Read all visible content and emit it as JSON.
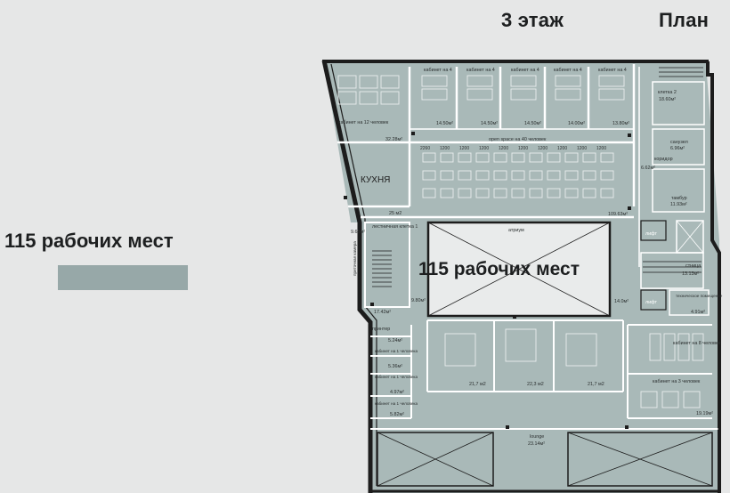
{
  "header": {
    "floor": "3 этаж",
    "plan": "План"
  },
  "summary": {
    "workplaces": "115 рабочих мест"
  },
  "colors": {
    "floor_fill": "#a9b9b8",
    "wall": "#1c1c1c",
    "background": "#e6e7e7",
    "accent_bar": "#97a8a8"
  },
  "rooms": {
    "office_12": "кабинет на 12 человек",
    "office_12_area": "32.28м²",
    "cab_areas": [
      "14.50м²",
      "14.50м²",
      "14.50м²",
      "14.00м²",
      "13.80м²"
    ],
    "cab_heads": [
      "кабинет на 4",
      "кабинет на 4",
      "кабинет на 4",
      "кабинет на 4",
      "кабинет на 4"
    ],
    "open_space": "open space на 40 человек",
    "open_space_area": "109.63м²",
    "dims": [
      "2260",
      "1200",
      "1200",
      "1200",
      "1200",
      "1200",
      "1200",
      "1200",
      "1200",
      "1200"
    ],
    "kitchen": "КУХНЯ",
    "kitchen_area": "25 м2",
    "atrium": "атриум",
    "stair1": "лестничная клетка 1",
    "stair1_area": "17.42м²",
    "area_965": "9.65м²",
    "area_980": "9.80м²",
    "stair2": "клетка 2",
    "stair2_area": "18.60м²",
    "wc": "санузел",
    "wc_area": "6.96м²",
    "corridor": "коридор",
    "area_662": "6.62м²",
    "tambur": "тамбур",
    "tambur_area": "11.93м²",
    "lift": "лифт",
    "lift2": "лифт",
    "stairs": "стница",
    "stairs_area": "13.13м²",
    "tech": "техническое помещение",
    "tech_area": "4.91м²",
    "area_140": "14.0м²",
    "printer": "принтер",
    "small_areas": [
      "5.24м²",
      "5.36м²",
      "4.97м²",
      "5.82м²"
    ],
    "small_labels": [
      "кабинет на 1 человека",
      "кабинет на 1 человека",
      "кабинет на 1 человека"
    ],
    "meeting_areas": [
      "21,7 м2",
      "22,3 м2",
      "21,7 м2"
    ],
    "cab_8": "кабинет на 8 человек",
    "cab_3": "кабинет на 3 человек",
    "cab_3_area": "19.19м²",
    "lounge": "lounge",
    "lounge_area": "23.14м²",
    "supply": "приточная камера"
  }
}
